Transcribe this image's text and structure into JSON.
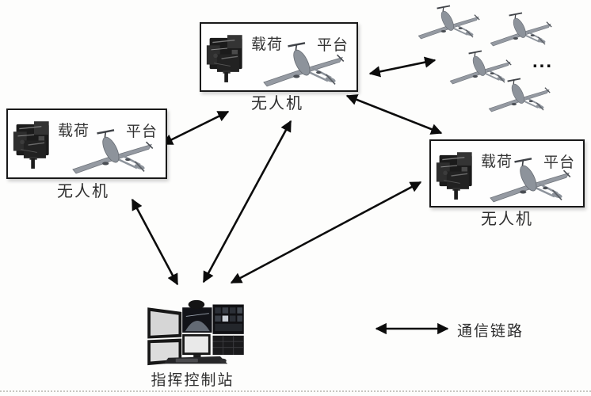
{
  "diagram": {
    "uavs": [
      {
        "payload_label": "载荷",
        "platform_label": "平台",
        "caption": "无人机"
      },
      {
        "payload_label": "载荷",
        "platform_label": "平台",
        "caption": "无人机"
      },
      {
        "payload_label": "载荷",
        "platform_label": "平台",
        "caption": "无人机"
      }
    ],
    "swarm": {
      "ellipsis": "..."
    },
    "station": {
      "caption": "指挥控制站"
    },
    "legend": {
      "label": "通信链路"
    },
    "colors": {
      "arrow": "#0c0c0c",
      "box_border": "#191919",
      "plane_gray": "#8d939b",
      "text": "#2e2e2e"
    }
  }
}
